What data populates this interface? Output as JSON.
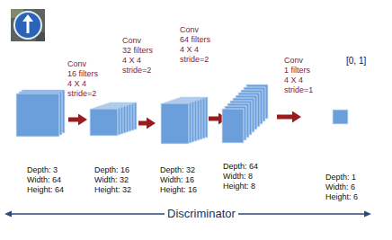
{
  "diagram": {
    "nodes": [
      {
        "text": [
          "Depth: 3 Width: 64 Height: 64"
        ]
      },
      {
        "text": [
          "Depth: 16 Width: 32 Height: 32"
        ]
      },
      {
        "text": [
          "Depth: 32 Width: 16 Height: 16"
        ]
      },
      {
        "text": [
          "Depth: 64 Width: 8 Height: 8"
        ]
      },
      {
        "text": [
          "Depth: 1 Width: 6 Height: 6"
        ]
      }
    ],
    "edges": [
      {
        "from": 0,
        "to": 1,
        "arrow": "to"
      },
      {
        "from": 1,
        "to": 2,
        "arrow": "to"
      },
      {
        "from": 2,
        "to": 3,
        "arrow": "to"
      },
      {
        "from": 3,
        "to": 4,
        "arrow": "to"
      }
    ],
    "labels": [
      "Conv",
      "16 filters",
      "4 X 4",
      "stride=2",
      "Conv",
      "32 filters",
      "4 X 4",
      "stride=2",
      "Conv",
      "64 filters",
      "4 X 4",
      "stride=2",
      "Conv",
      "1 filters",
      "4 X 4",
      "stride=1",
      "[0, 1]",
      "Discriminator"
    ]
  }
}
